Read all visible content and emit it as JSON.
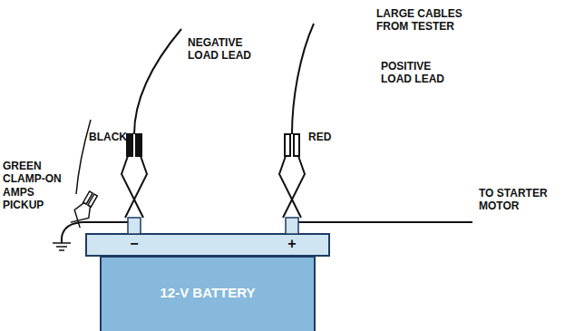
{
  "diagram": {
    "nodes": [
      {
        "text": [
          "12-V BATTERY"
        ]
      }
    ],
    "labels": [
      "LARGE CABLES FROM TESTER",
      "NEGATIVE LOAD LEAD",
      "POSITIVE LOAD LEAD",
      "BLACK",
      "RED",
      "GREEN CLAMP-ON AMPS PICKUP",
      "TO STARTER MOTOR",
      "−",
      "+"
    ]
  }
}
